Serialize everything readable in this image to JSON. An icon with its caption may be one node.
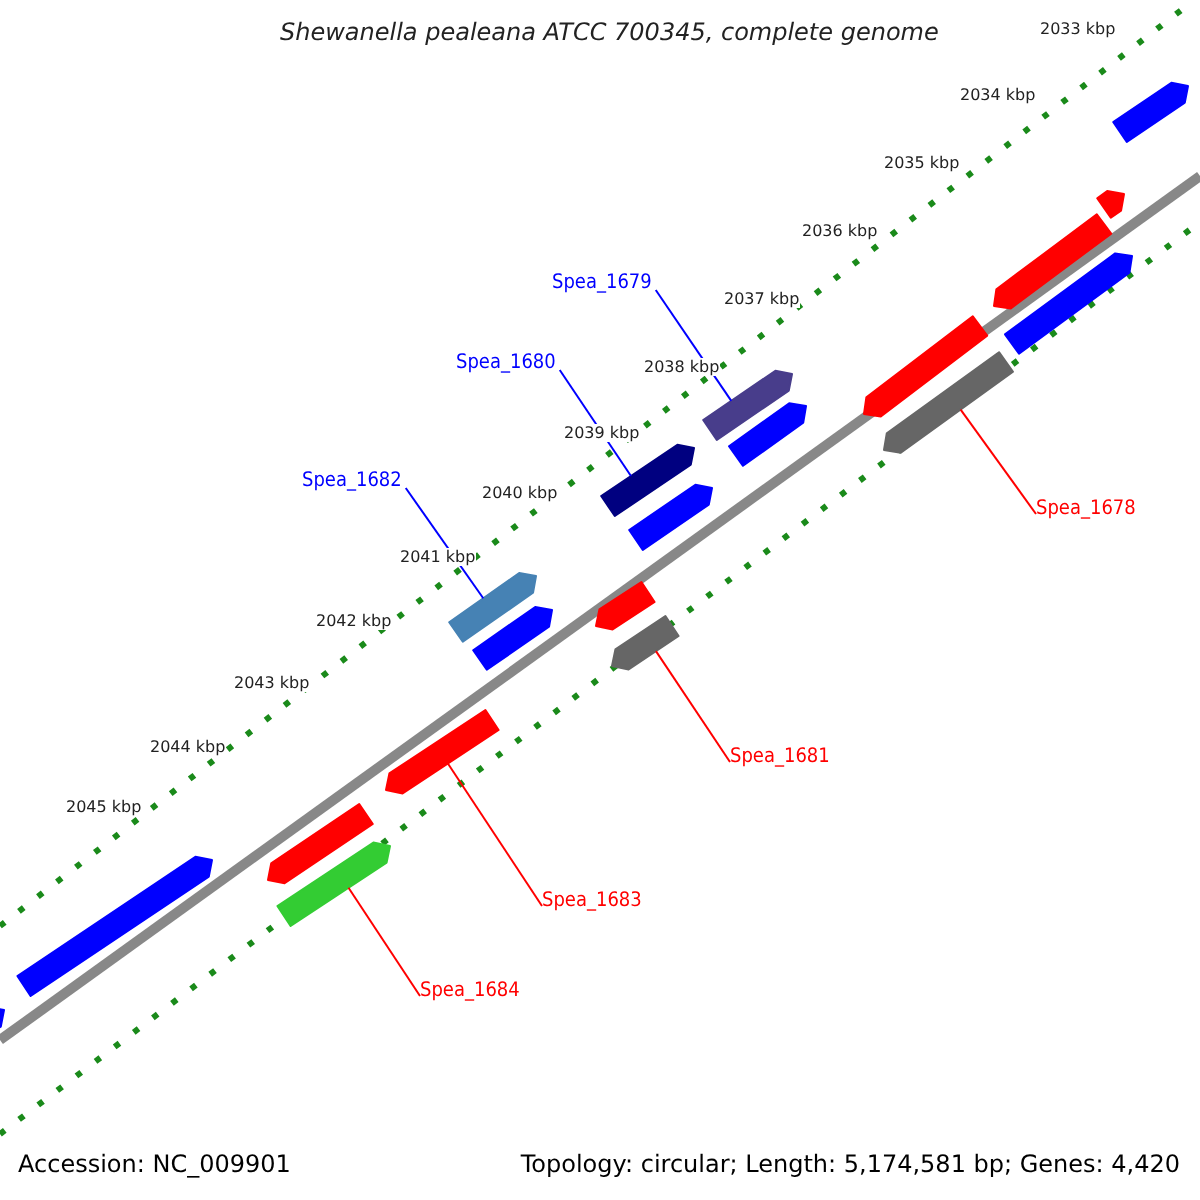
{
  "diagram": {
    "title": "Shewanella pealeana ATCC 700345, complete genome",
    "nodes": [
      {
        "text": [
          "Spea_1679"
        ]
      },
      {
        "text": [],
        "shape": "bar"
      },
      {
        "text": [
          "Spea_1680"
        ]
      },
      {
        "text": [],
        "shape": "bar"
      },
      {
        "text": [
          "Spea_1682"
        ]
      },
      {
        "text": [],
        "shape": "bar"
      },
      {
        "text": [
          "Spea_1678"
        ]
      },
      {
        "text": [],
        "shape": "bar"
      },
      {
        "text": [
          "Spea_1681"
        ]
      },
      {
        "text": [],
        "shape": "bar"
      },
      {
        "text": [
          "Spea_1683"
        ]
      },
      {
        "text": [],
        "shape": "bar"
      },
      {
        "text": [
          "Spea_1684"
        ]
      },
      {
        "text": [],
        "shape": "bar"
      },
      {
        "text": [],
        "shape": "bar"
      },
      {
        "text": [],
        "shape": "bar"
      },
      {
        "text": [],
        "shape": "bar"
      },
      {
        "text": [],
        "shape": "bar"
      },
      {
        "text": [],
        "shape": "bar"
      },
      {
        "text": [],
        "shape": "bar"
      },
      {
        "text": [],
        "shape": "bar"
      },
      {
        "text": [],
        "shape": "bar"
      },
      {
        "text": [],
        "shape": "bar"
      },
      {
        "text": [],
        "shape": "bar"
      },
      {
        "text": [],
        "shape": "bar"
      },
      {
        "text": [],
        "shape": "bar"
      }
    ],
    "edges": [
      {
        "from": 0,
        "to": 1,
        "arrow": "none",
        "color": "#0000ff"
      },
      {
        "from": 2,
        "to": 3,
        "arrow": "none",
        "color": "#0000ff"
      },
      {
        "from": 4,
        "to": 5,
        "arrow": "none",
        "color": "#0000ff"
      },
      {
        "from": 6,
        "to": 7,
        "arrow": "none"
      },
      {
        "from": 8,
        "to": 9,
        "arrow": "none"
      },
      {
        "from": 10,
        "to": 11,
        "arrow": "none"
      },
      {
        "from": 12,
        "to": 13,
        "arrow": "none"
      }
    ],
    "labels": [
      "2033 kbp",
      "2034 kbp",
      "2035 kbp",
      "2036 kbp",
      "2037 kbp",
      "2038 kbp",
      "2039 kbp",
      "2040 kbp",
      "2041 kbp",
      "2042 kbp",
      "2043 kbp",
      "2044 kbp",
      "2045 kbp",
      "Accession: NC_009901",
      "Topology: circular; Length: 5,174,581 bp; Genes: 4,420"
    ]
  }
}
